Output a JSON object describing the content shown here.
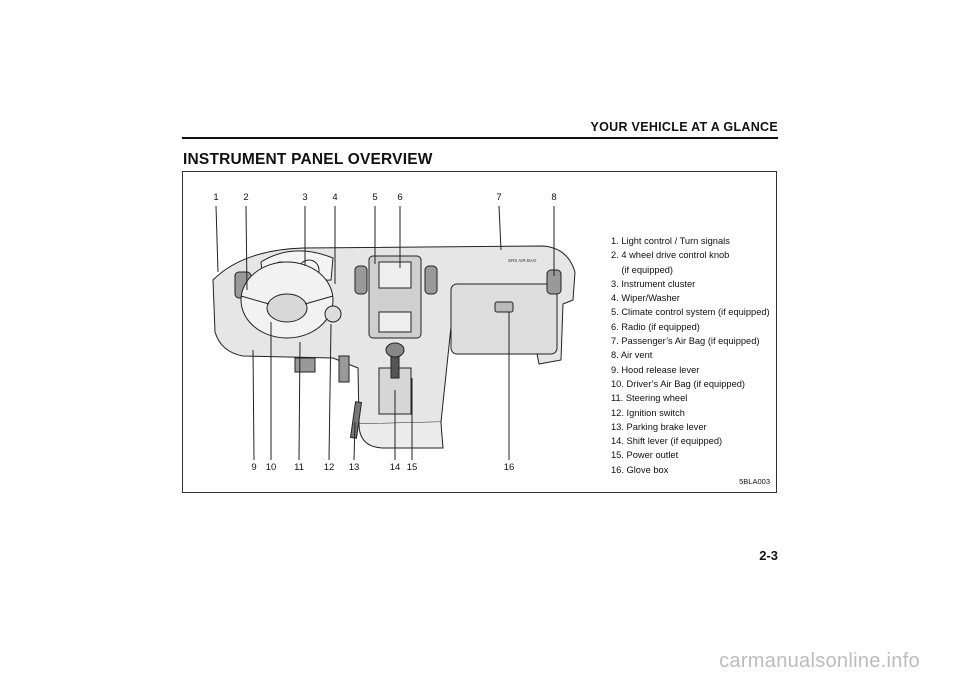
{
  "header": {
    "title": "YOUR VEHICLE AT A GLANCE"
  },
  "section": {
    "title": "INSTRUMENT PANEL OVERVIEW"
  },
  "figure": {
    "code": "5BLA003",
    "top_numbers": [
      "1",
      "2",
      "3",
      "4",
      "5",
      "6",
      "7",
      "8"
    ],
    "bottom_numbers": [
      "9",
      "10",
      "11",
      "12",
      "13",
      "14",
      "15",
      "16"
    ],
    "airbag_label": "SRS AIR BAG",
    "legend": [
      "1. Light control / Turn signals",
      "2. 4 wheel drive control knob\n    (if equipped)",
      "3. Instrument cluster",
      "4. Wiper/Washer",
      "5. Climate control system (if equipped)",
      "6. Radio (if equipped)",
      "7. Passenger’s Air Bag (if equipped)",
      "8. Air vent",
      "9. Hood release lever",
      "10. Driver’s Air Bag (if equipped)",
      "11. Steering wheel",
      "12. Ignition switch",
      "13. Parking brake lever",
      "14. Shift lever (if equipped)",
      "15. Power outlet",
      "16. Glove box"
    ]
  },
  "page": {
    "number": "2-3"
  },
  "watermark": {
    "text": "carmanualsonline.info"
  }
}
